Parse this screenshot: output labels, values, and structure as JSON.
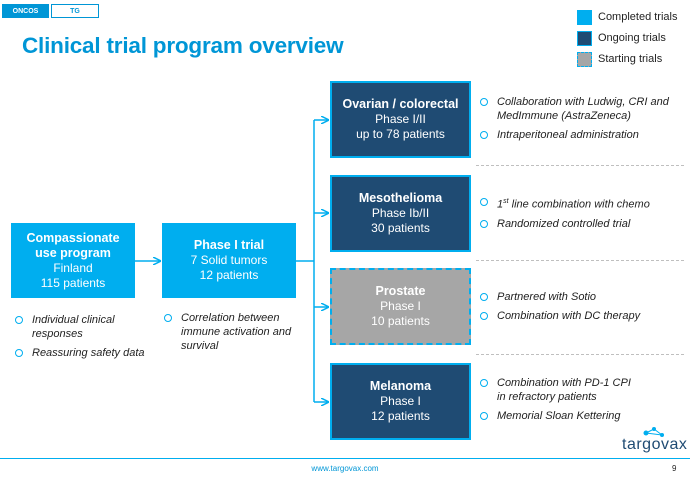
{
  "tabs": [
    {
      "label": "ONCOS"
    },
    {
      "label": "TG"
    }
  ],
  "title": "Clinical trial program overview",
  "legend": [
    {
      "label": "Completed trials",
      "color": "#00aeef"
    },
    {
      "label": "Ongoing trials",
      "color": "#1f4b73"
    },
    {
      "label": "Starting trials",
      "color": "#a6a6a6"
    }
  ],
  "programs": {
    "compassionate": {
      "title": "Compassionate use program",
      "lines": [
        "Finland",
        "115 patients"
      ],
      "bullets": [
        "Individual clinical responses",
        "Reassuring safety data"
      ],
      "status": "completed"
    },
    "phase1": {
      "title": "Phase I trial",
      "lines": [
        "7 Solid tumors",
        "12 patients"
      ],
      "bullets": [
        "Correlation between immune activation and survival"
      ],
      "status": "completed"
    },
    "ovarian": {
      "title": "Ovarian / colorectal",
      "lines": [
        "Phase I/II",
        "up to 78 patients"
      ],
      "bullets": [
        "Collaboration with Ludwig, CRI and MedImmune (AstraZeneca)",
        "Intraperitoneal administration"
      ],
      "status": "ongoing"
    },
    "mesothelioma": {
      "title": "Mesothelioma",
      "lines": [
        "Phase Ib/II",
        "30 patients"
      ],
      "bullets": [
        "line combination with chemo",
        "Randomized controlled trial"
      ],
      "bullet_prefix": "1",
      "bullet_sup": "st",
      "status": "ongoing"
    },
    "prostate": {
      "title": "Prostate",
      "lines": [
        "Phase I",
        "10 patients"
      ],
      "bullets": [
        "Partnered with Sotio",
        "Combination with DC therapy"
      ],
      "status": "starting"
    },
    "melanoma": {
      "title": "Melanoma",
      "lines": [
        "Phase I",
        "12 patients"
      ],
      "bullets": [
        "Combination with PD-1 CPI in refractory patients",
        "Memorial Sloan Kettering"
      ],
      "status": "ongoing"
    }
  },
  "footer": {
    "url": "www.targovax.com",
    "page": "9",
    "logo": "targovax"
  }
}
